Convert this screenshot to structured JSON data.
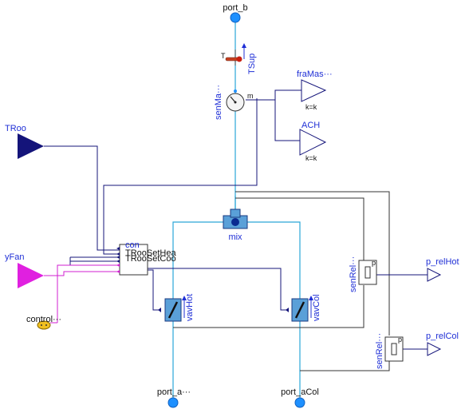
{
  "diagram": {
    "background": "#ffffff",
    "colors": {
      "fluid_port": "#1e90ff",
      "fluid_wire": "#2aa6d8",
      "real_signal": "#14147a",
      "boolean_signal": "#d21fd2",
      "label": "#1f2fd6",
      "control_bus": "#f0c020"
    },
    "components": {
      "port_b": {
        "label": "port_b"
      },
      "port_aHot": {
        "label": "port_a···"
      },
      "port_aCol": {
        "label": "port_aCol"
      },
      "TSup": {
        "label": "TSup",
        "sub_label": "T"
      },
      "senMas": {
        "label": "senMa···",
        "output_label": "m"
      },
      "fraMas": {
        "label": "fraMas···",
        "param": "k=k"
      },
      "ACH": {
        "label": "ACH",
        "param": "k=k"
      },
      "TRoo": {
        "label": "TRoo"
      },
      "yFan": {
        "label": "yFan"
      },
      "control": {
        "label": "control···"
      },
      "con": {
        "label": "con",
        "input1": "TRooSetHea",
        "input2": "TRooSetCoo"
      },
      "mix": {
        "label": "mix"
      },
      "vavHot": {
        "label": "vavHot"
      },
      "vavCol": {
        "label": "vavCol"
      },
      "senRelHot": {
        "label": "senRel···",
        "output_label": "p"
      },
      "senRelCol": {
        "label": "senRel···",
        "output_label": "p"
      },
      "p_relHot": {
        "label": "p_relHot"
      },
      "p_relCol": {
        "label": "p_relCol"
      }
    }
  }
}
